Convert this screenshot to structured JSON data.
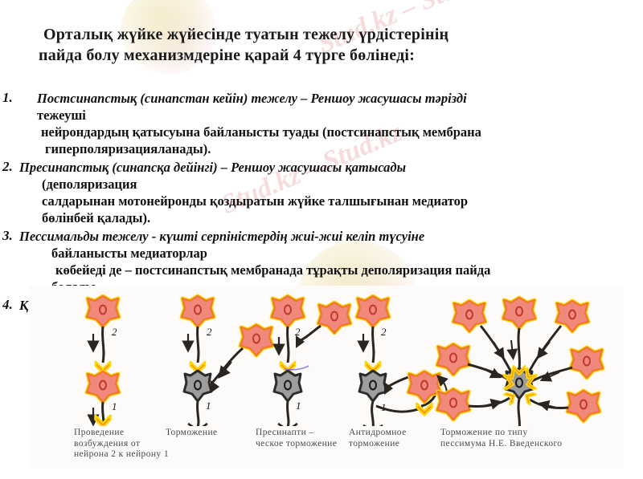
{
  "title": {
    "line1": "Орталық жүйке жүйесінде туатын тежелу    үрдістерінің",
    "line2": "пайда  болу   механизмдеріне   қарай 4 түрге бөлінеді:"
  },
  "list": [
    {
      "number": "1.",
      "lines": [
        "Постсинапстық (синапстан кейін) тежелу – Реншоу жасушасы тәрізді",
        "тежеуші",
        "нейрондардың қатысуына байланысты туады (постсинапстық мембрана",
        "гиперполяризацияланады)."
      ],
      "lead": "Постсинапстық (синапстан кейін) тежелу"
    },
    {
      "number": "2.",
      "lines": [
        "Пресинапстық (синапсқа дейінгі) – Реншоу жасушасы қатысады",
        "(деполяризация",
        "салдарынан мотонейронды қоздыратын жүйке талшығынан медиатор",
        "бөлінбей қалады)."
      ],
      "lead": "Пресинапстық (синапсқа дейінгі)"
    },
    {
      "number": "3.",
      "lines": [
        "Пессимальды тежелу - күшті серпіністердің жиі-жиі келіп түсуіне",
        "байланысты медиаторлар",
        "көбейеді де – постсинапстық мембранада тұрақты деполяризация пайда",
        "болады."
      ],
      "lead": "Пессимальды тежелу"
    },
    {
      "number": "4.",
      "lines": [
        "Қ"
      ],
      "lead": "Қ"
    }
  ],
  "figure": {
    "panels": [
      {
        "caption": "Проведение возбуждения от нейрона 2 к нейрону 1",
        "labels": [
          "2",
          "1"
        ],
        "soma_glyph": "0"
      },
      {
        "caption": "Торможение",
        "labels": [
          "2",
          "1"
        ],
        "soma_glyph": "0"
      },
      {
        "caption": "Пресинапти – ческое торможение",
        "labels": [
          "2",
          "1"
        ],
        "soma_glyph": "0"
      },
      {
        "caption": "Антидромное торможение",
        "labels": [
          "2",
          "1"
        ],
        "soma_glyph": "0"
      },
      {
        "caption": "Торможение по типу пессимума Н.Е. Введенского",
        "labels": [],
        "soma_glyph": "0"
      }
    ],
    "colors": {
      "excitatory_fill": "#f0897c",
      "excitatory_edge": "#ef7a2e",
      "excitatory_halo": "#ffd400",
      "inhibitory_fill": "#9d9d9d",
      "inhibitory_edge": "#2b2b2b",
      "axon": "#2b2520",
      "synapse": "#ef7a2e"
    }
  },
  "watermark": {
    "text": "Stud.kz – Stud.kz",
    "short": "Stud.kz",
    "color": "#f3d7d7"
  }
}
